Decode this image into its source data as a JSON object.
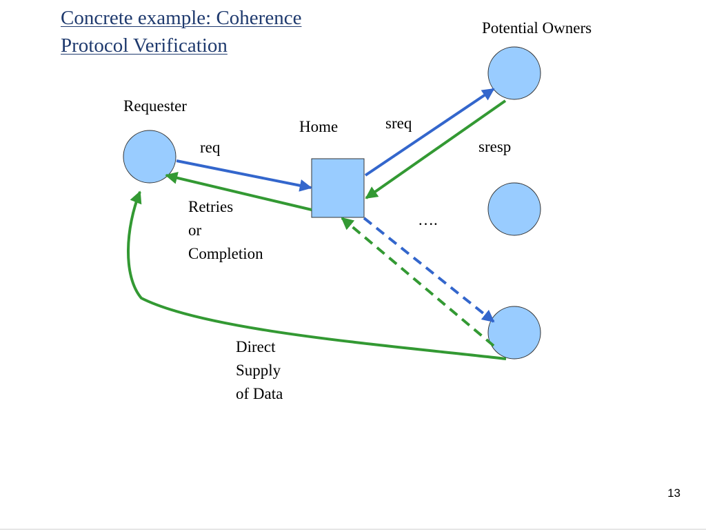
{
  "title": {
    "line1": "Concrete example: Coherence",
    "line2": "Protocol Verification"
  },
  "labels": {
    "potential_owners": "Potential Owners",
    "requester": "Requester",
    "home": "Home",
    "req": "req",
    "sreq": "sreq",
    "sresp": "sresp",
    "retries_line1": "Retries",
    "retries_line2": "or",
    "retries_line3": "Completion",
    "ellipsis": "….",
    "direct_line1": "Direct",
    "direct_line2": "Supply",
    "direct_line3": "of Data"
  },
  "page_number": "13",
  "colors": {
    "node_fill": "#99ccff",
    "blue_arrow": "#3366cc",
    "green_arrow": "#339933",
    "title": "#1f3a6e"
  }
}
